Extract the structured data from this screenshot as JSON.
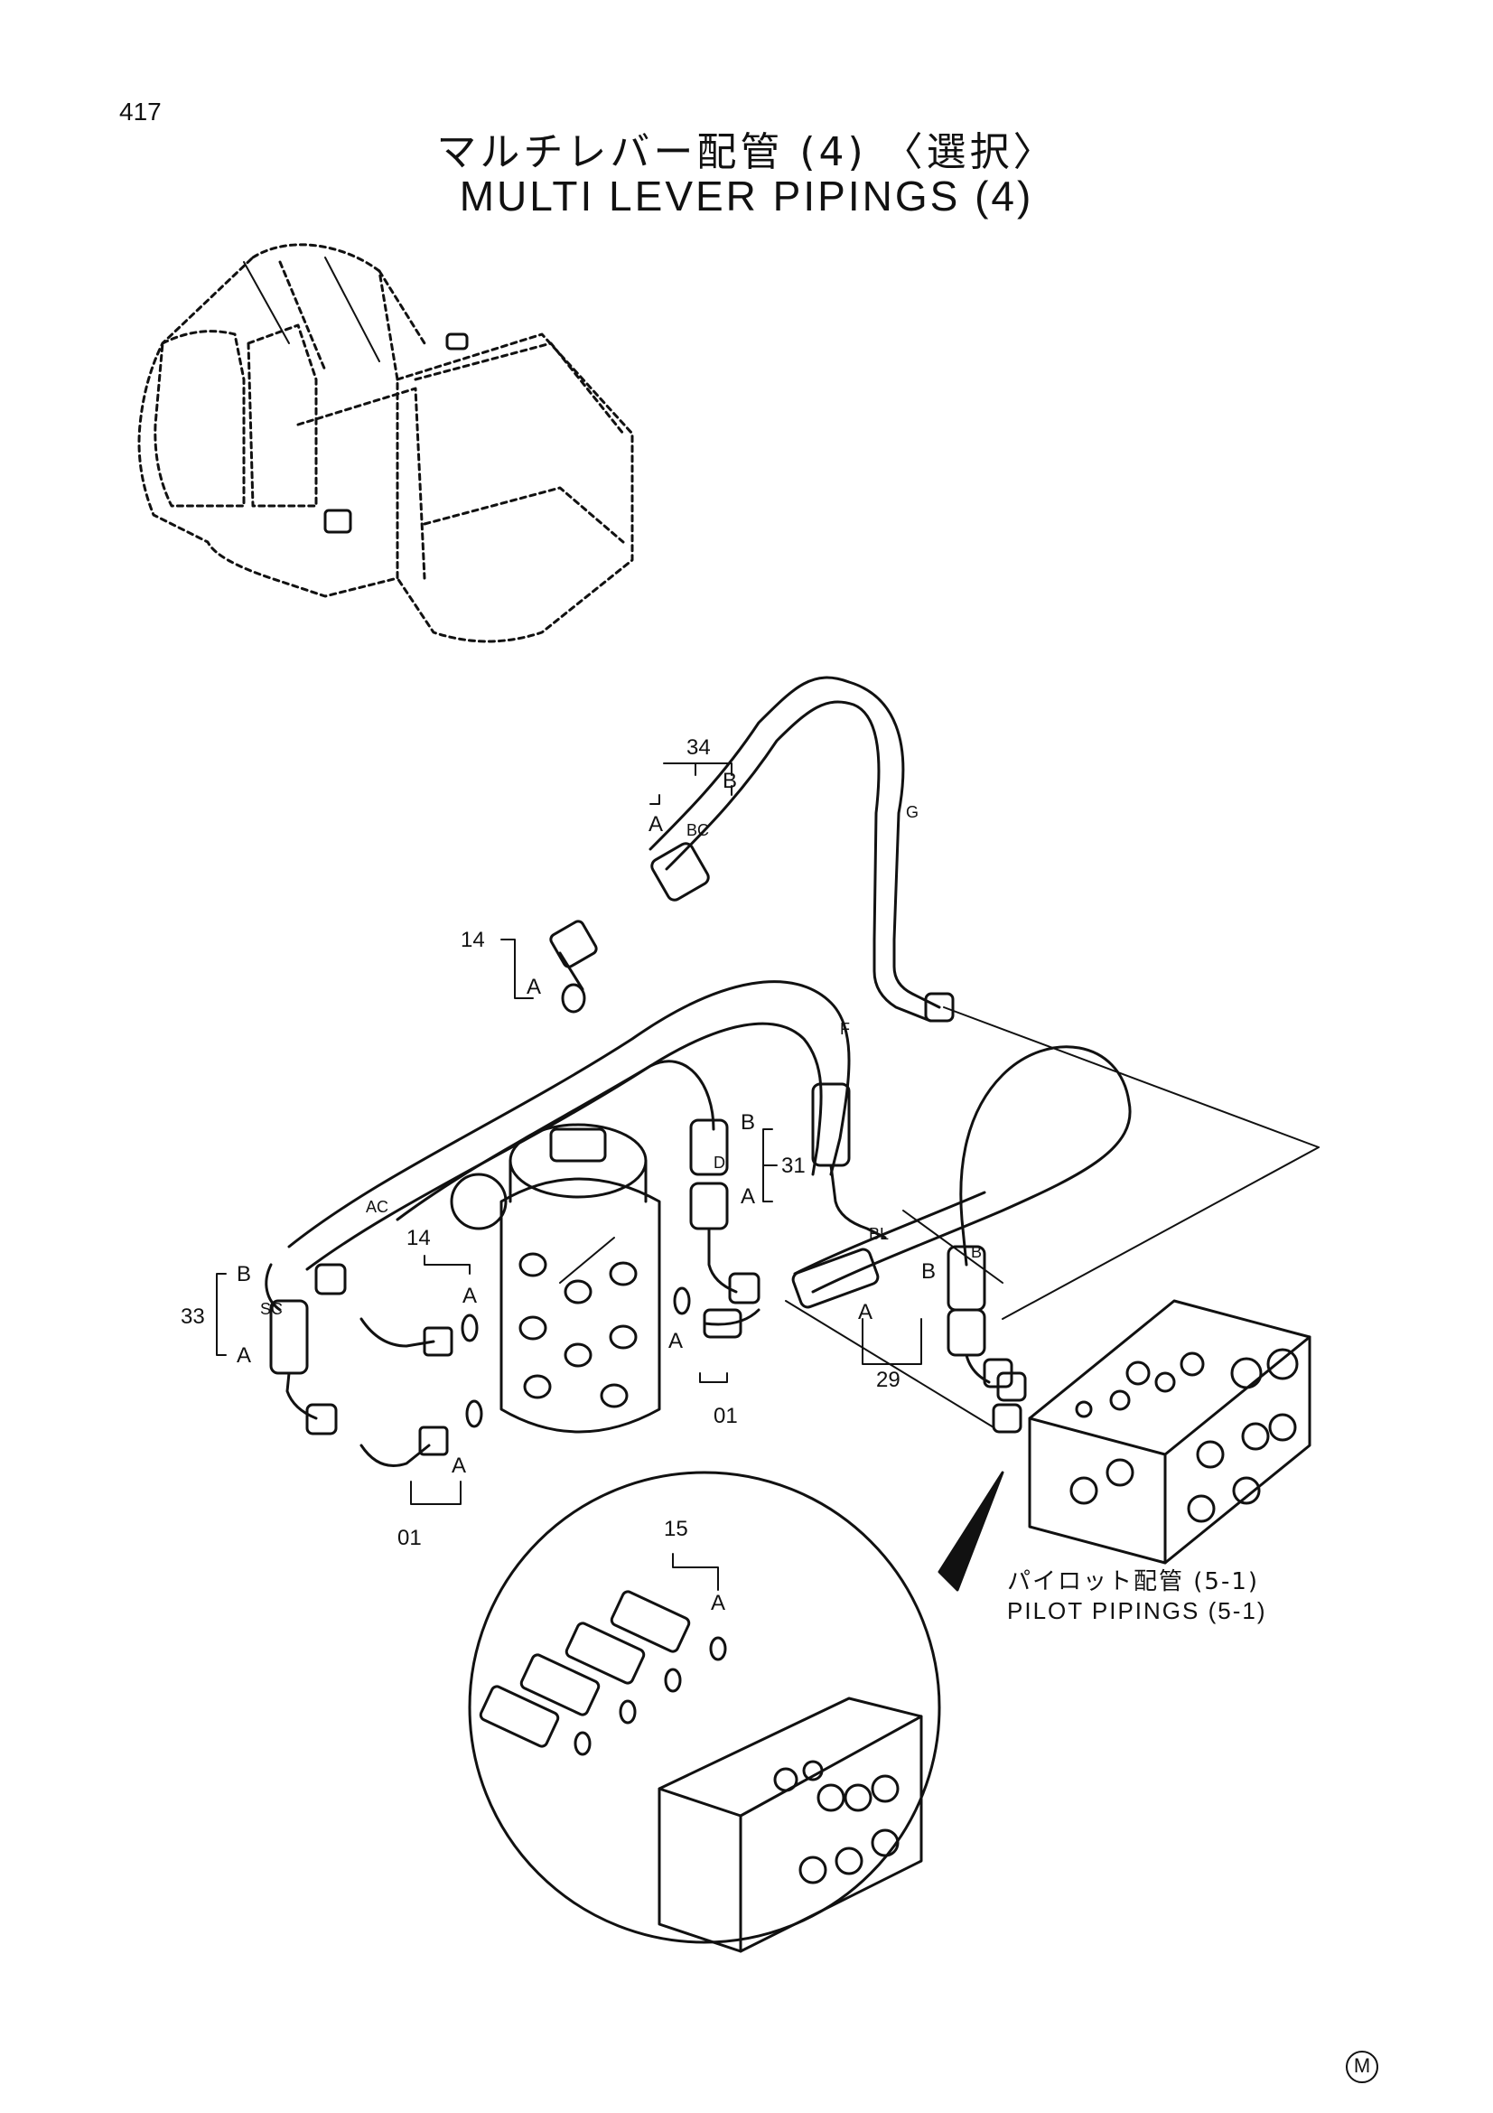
{
  "page_number": "417",
  "title_jp": "マルチレバー配管 (4) 〈選択〉",
  "title_en": "MULTI LEVER PIPINGS (4)",
  "reference_jp": "パイロット配管 (5-1)",
  "reference_en": "PILOT PIPINGS (5-1)",
  "corner_mark": "M",
  "callouts": {
    "p34": "34",
    "p14a": "14",
    "p14b": "14",
    "p31": "31",
    "p33": "33",
    "p29": "29",
    "p01a": "01",
    "p01b": "01",
    "p15": "15"
  },
  "port_labels": {
    "A": "A",
    "B": "B",
    "BC": "BC",
    "G": "G",
    "F": "F",
    "D": "D",
    "AC": "AC",
    "SC": "SC",
    "BL": "BL"
  }
}
